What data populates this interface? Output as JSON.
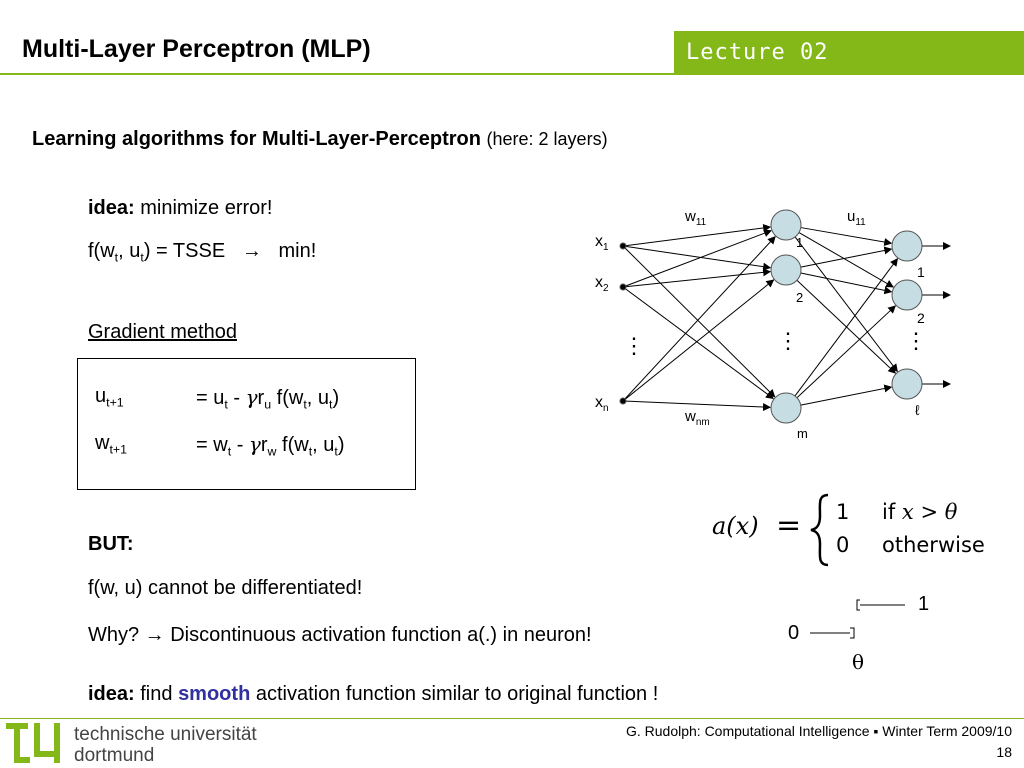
{
  "header": {
    "title": "Multi-Layer Perceptron (MLP)",
    "lecture": "Lecture 02",
    "accent_color": "#84b819"
  },
  "content": {
    "heading": "Learning algorithms for Multi-Layer-Perceptron",
    "heading_note": "(here: 2 layers)",
    "idea1_label": "idea:",
    "idea1_text": "minimize error!",
    "objective": {
      "func": "f(w",
      "sub_t": "t",
      "mid": ", u",
      "tail": ") = TSSE   →   min!"
    },
    "gradient_method": "Gradient method",
    "update_u": {
      "lhs": "u",
      "lhs_sub": "t+1",
      "rhs_a": "= u",
      "rhs_sub_t": "t",
      "minus": " - ",
      "gamma": "γ",
      "nabla": "r",
      "nabla_sub": "u",
      "rhs_b": " f(w",
      "rhs_c": ", u",
      "rhs_d": ")"
    },
    "update_w": {
      "lhs": "w",
      "lhs_sub": "t+1",
      "rhs_a": "= w",
      "rhs_sub_t": "t",
      "minus": " - ",
      "gamma": "γ",
      "nabla": "r",
      "nabla_sub": "w",
      "rhs_b": " f(w",
      "rhs_c": ", u",
      "rhs_d": ")"
    },
    "but": "BUT:",
    "not_diff": "f(w, u) cannot be differentiated!",
    "why": "Why?  → Discontinuous activation function a(.) in neuron!",
    "idea2_label": "idea:",
    "idea2_pre": "find",
    "idea2_emph": "smooth",
    "idea2_post": "activation function similar to original function !",
    "smooth_color": "#3030a0"
  },
  "network": {
    "inputs": [
      {
        "name": "x",
        "sub": "1"
      },
      {
        "name": "x",
        "sub": "2"
      },
      {
        "name": "x",
        "sub": "n"
      }
    ],
    "hidden_labels": [
      "1",
      "2",
      "m"
    ],
    "output_labels": [
      "1",
      "2",
      "ℓ"
    ],
    "weight_first": {
      "name": "w",
      "sub": "11"
    },
    "weight_last": {
      "name": "w",
      "sub": "nm"
    },
    "weight_out": {
      "name": "u",
      "sub": "11"
    },
    "ellipsis": "⋮",
    "node_fill": "#c5dde3"
  },
  "activation": {
    "lhs": "a(x)",
    "eq": "=",
    "case1_value": "1",
    "case1_if": "if",
    "case1_cond": "x > θ",
    "case2_value": "0",
    "case2_cond": "otherwise"
  },
  "step_plot": {
    "high": "1",
    "low": "0",
    "threshold": "θ"
  },
  "footer": {
    "university_line1": "technische universität",
    "university_line2": "dortmund",
    "citation": "G. Rudolph: Computational Intelligence ▪ Winter Term 2009/10",
    "page": "18"
  }
}
